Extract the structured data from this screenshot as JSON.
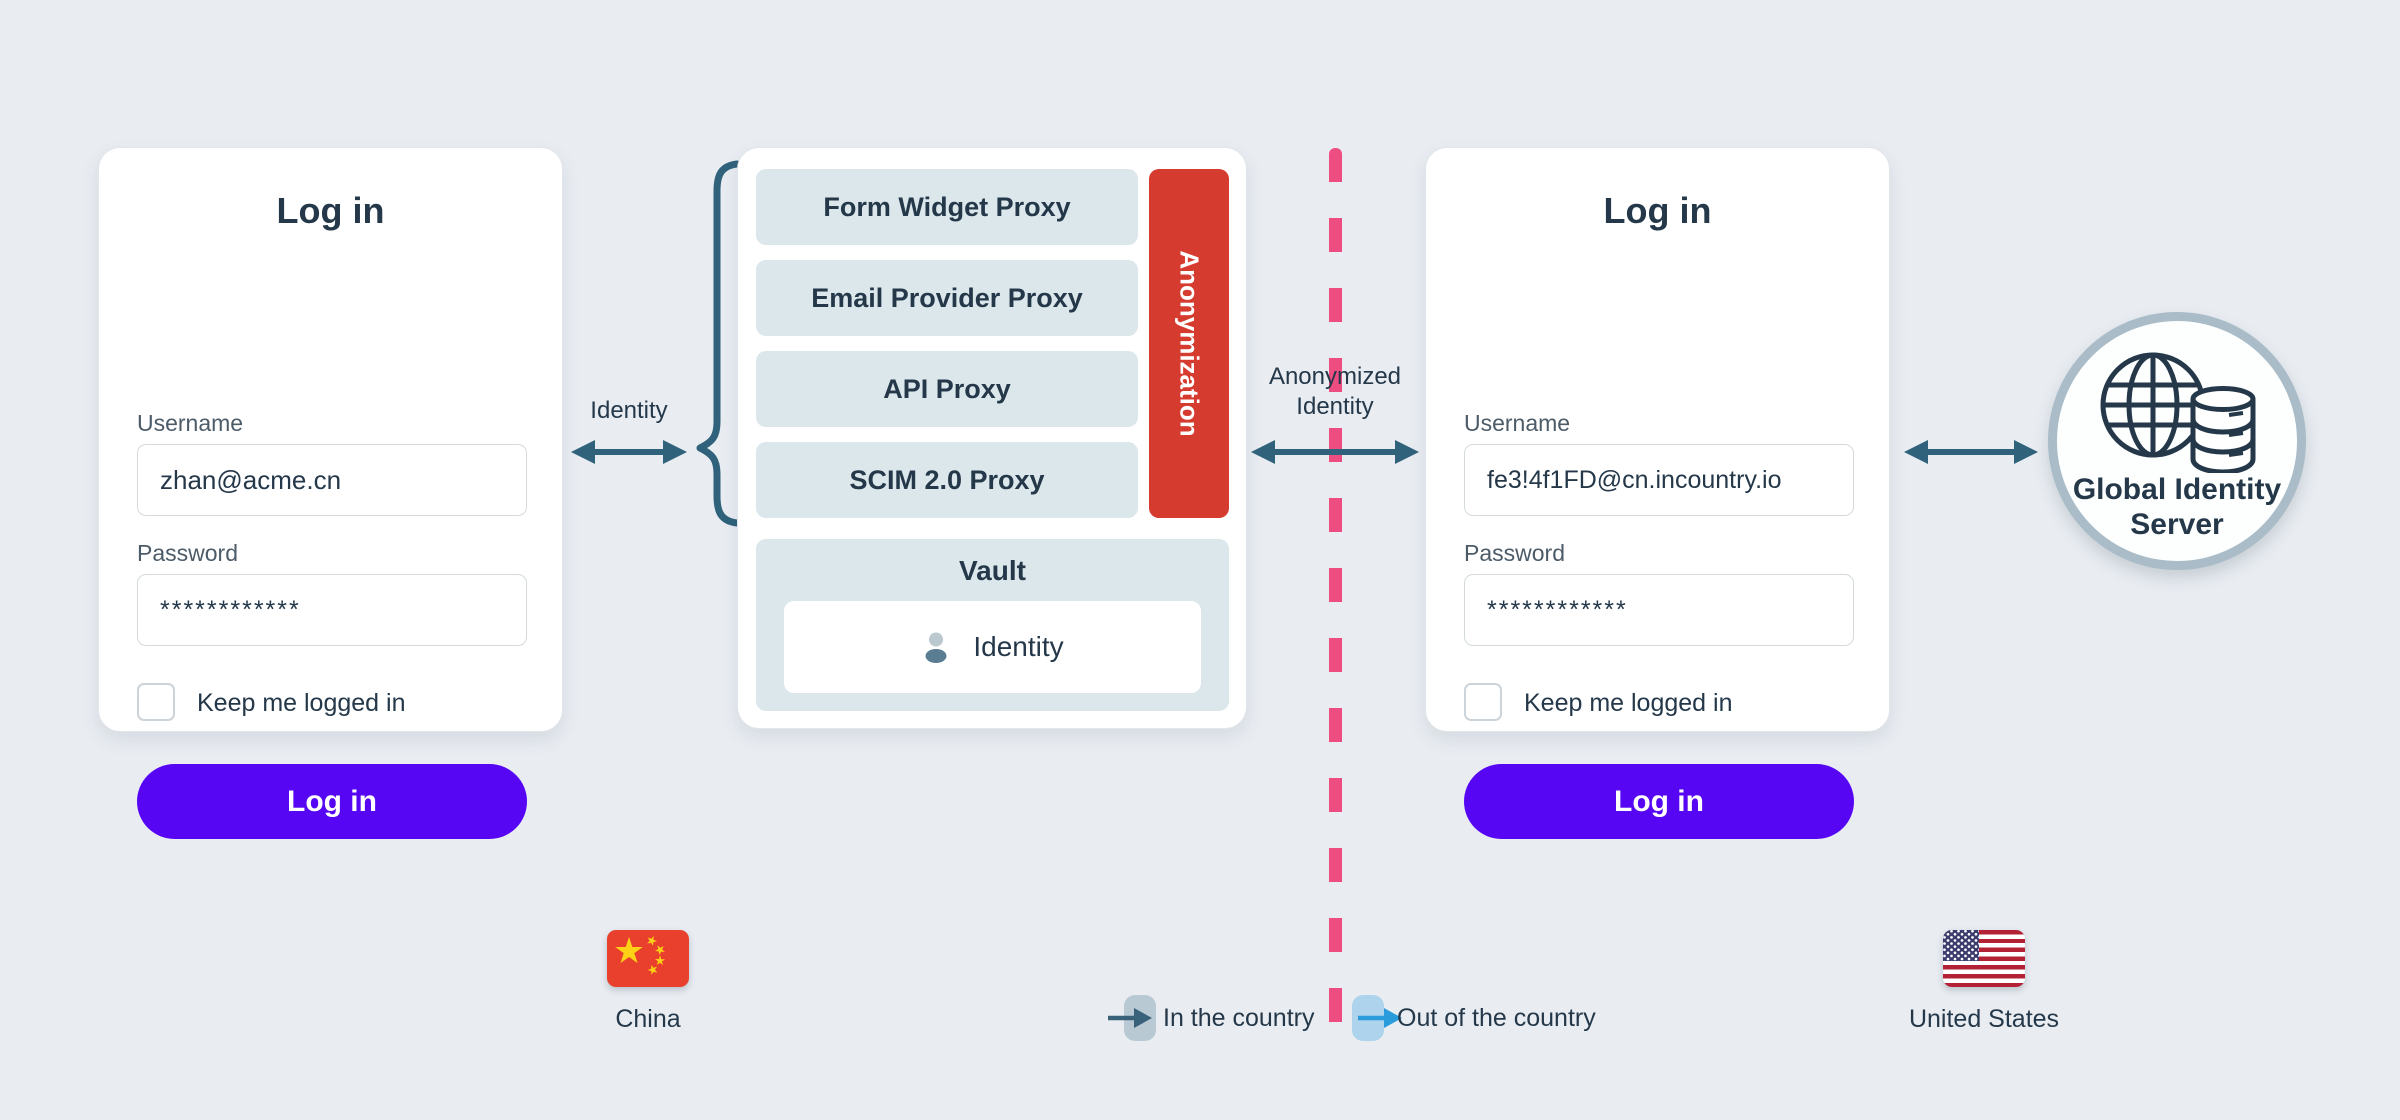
{
  "colors": {
    "bg": "#e9edf2",
    "navy": "#24384a",
    "purple": "#5606f2",
    "row-bg": "#dce7ec",
    "red": "#d63b2f",
    "teal": "#30627b",
    "pink": "#ee4d82",
    "pill-in": "#b9c9d4",
    "pill-out": "#aed3ec",
    "arrow-out": "#2b9cdb",
    "circle-border": "#a9bcc7"
  },
  "login_cn": {
    "title": "Log in",
    "username_label": "Username",
    "username_value": "zhan@acme.cn",
    "password_label": "Password",
    "password_value": "************",
    "checkbox_label": "Keep me logged in",
    "button_label": "Log in"
  },
  "login_us": {
    "title": "Log in",
    "username_label": "Username",
    "username_value": "fe3!4f1FD@cn.incountry.io",
    "password_label": "Password",
    "password_value": "************",
    "checkbox_label": "Keep me logged in",
    "button_label": "Log in"
  },
  "proxy_stack": {
    "rows": [
      "Form Widget Proxy",
      "Email Provider Proxy",
      "API Proxy",
      "SCIM 2.0 Proxy"
    ],
    "anonymization_label": "Anonymization",
    "vault_title": "Vault",
    "vault_item_label": "Identity",
    "vault_item_icon": "person-icon"
  },
  "flow_labels": {
    "identity": "Identity",
    "anonymized": "Anonymized Identity"
  },
  "server": {
    "label": "Global Identity Server",
    "icon": "globe-database-icon"
  },
  "countries": [
    {
      "name": "China",
      "flag_icon": "china-flag-icon"
    },
    {
      "name": "United States",
      "flag_icon": "us-flag-icon"
    }
  ],
  "legend": [
    {
      "label": "In the country",
      "icon": "arrow-right-icon"
    },
    {
      "label": "Out of the country",
      "icon": "arrow-right-icon"
    }
  ]
}
